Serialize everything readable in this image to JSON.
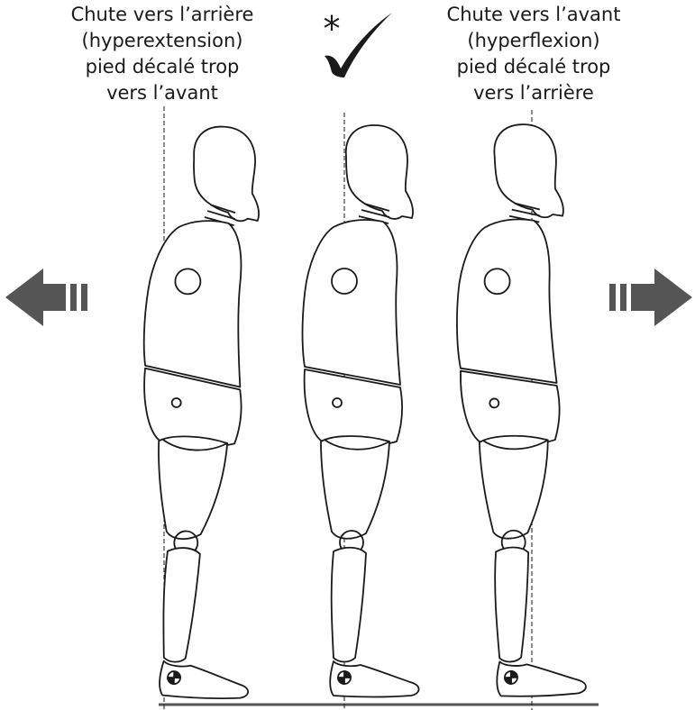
{
  "left_caption": {
    "lines": [
      "Chute vers l’arrière",
      "(hyperextension)",
      "pied décalé trop",
      "vers l’avant"
    ]
  },
  "right_caption": {
    "lines": [
      "Chute vers l’avant",
      "(hyperflexion)",
      "pied décalé trop",
      "vers l’arrière"
    ]
  },
  "center_mark": {
    "asterisk": "*",
    "icon": "checkmark-icon"
  },
  "arrows": {
    "left": "arrow-left-icon",
    "right": "arrow-right-icon",
    "color": "#555555"
  },
  "colors": {
    "outline": "#1a1a1a",
    "ground": "#555555"
  }
}
